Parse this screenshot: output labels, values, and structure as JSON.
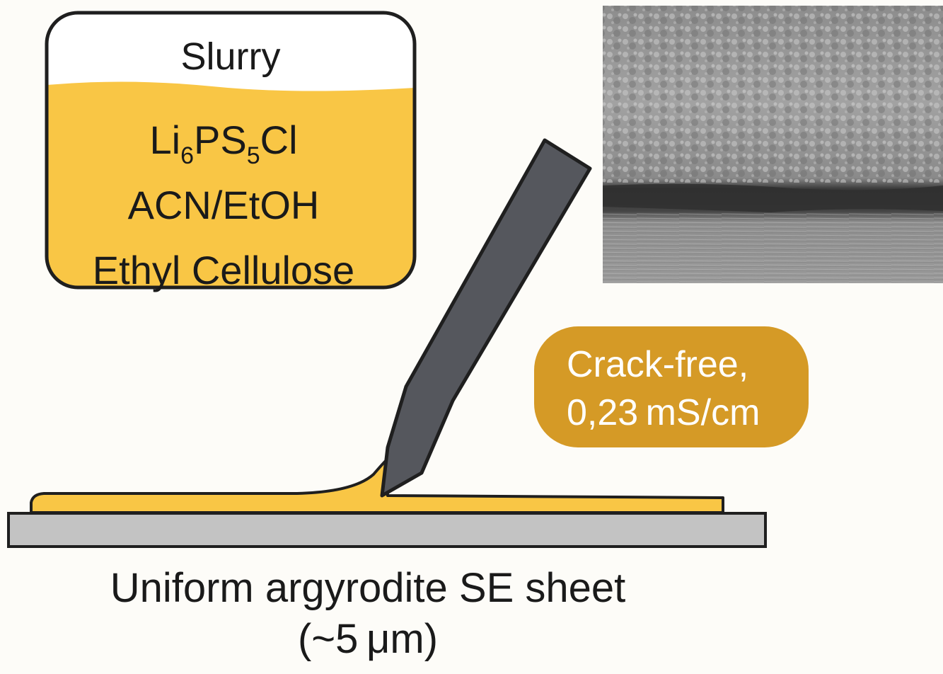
{
  "slurry": {
    "title": "Slurry",
    "composition": {
      "formula": {
        "li": "Li",
        "li_sub": "6",
        "ps": "PS",
        "s_sub": "5",
        "cl": "Cl"
      },
      "solvent": "ACN/EtOH",
      "binder": "Ethyl Cellulose"
    }
  },
  "result": {
    "line1": "Crack-free,",
    "line2": "0,23 mS/cm"
  },
  "caption": {
    "line1": "Uniform argyrodite SE sheet",
    "line2": "(~5 μm)"
  },
  "colors": {
    "slurry_fill": "#f9c645",
    "outline": "#1f1f1f",
    "badge": "#d59a26",
    "blade": "#55575d",
    "substrate": "#c3c3c3",
    "film": "#f9c645"
  },
  "icons": {
    "doctor_blade": "doctor-blade-icon",
    "sem_image": "sem-cross-section-image"
  }
}
